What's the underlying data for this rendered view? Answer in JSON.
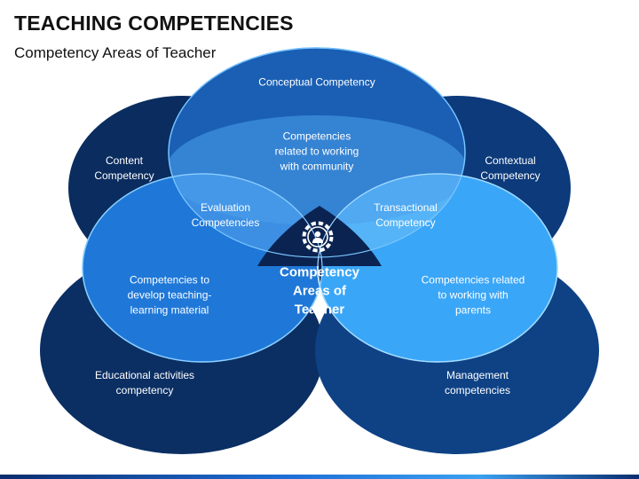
{
  "title": "TEACHING COMPETENCIES",
  "subtitle": "Competency Areas of Teacher",
  "center": "Competency Areas of Teacher",
  "outer": {
    "top": "Conceptual Competency",
    "upper_left": "Content Competency",
    "upper_right": "Contextual Competency",
    "lower_left": "Educational activities competency",
    "lower_right": "Management competencies"
  },
  "inner": {
    "top": "Competencies related to working with community",
    "left_overlap": "Evaluation Competencies",
    "right_overlap": "Transactional Competency",
    "left": "Competencies to develop teaching-learning material",
    "right": "Competencies related to working with parents"
  },
  "icon": "gear-person-icon",
  "colors": {
    "dark_navy": "#0b2f63",
    "navy": "#0e3d7c",
    "mid_blue": "#1a5fb4",
    "bright_blue": "#1e7fdc",
    "light_blue": "#4db1f7",
    "center": "#0a2351"
  }
}
